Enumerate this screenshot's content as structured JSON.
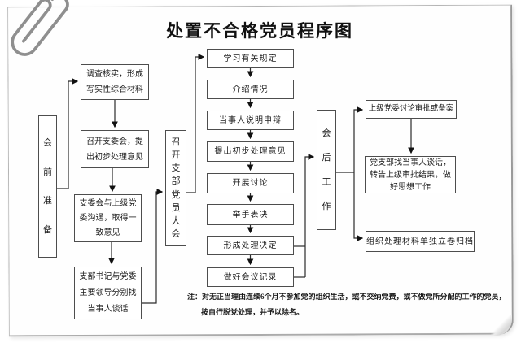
{
  "title": "处置不合格党员程序图",
  "colors": {
    "line": "#2b2b2b",
    "box_border": "#4d4d4d",
    "paper_edge": "#9a9a9a"
  },
  "rails": {
    "pre_meeting": {
      "chars": [
        "会",
        "前",
        "准",
        "备"
      ]
    },
    "branch_meeting": {
      "chars": [
        "召",
        "开",
        "支",
        "部",
        "党",
        "员",
        "大",
        "会"
      ]
    },
    "post_meeting": {
      "chars": [
        "会",
        "后",
        "工",
        "作"
      ]
    }
  },
  "left_column": {
    "steps": [
      {
        "label": "调查核实，形成写实性综合材料"
      },
      {
        "label": "召开支委会，提出初步处理意见"
      },
      {
        "label": "支委会与上级党委沟通，取得一致意见"
      },
      {
        "label": "支部书记与党委主要领导分别找当事人谈话"
      }
    ]
  },
  "middle_column": {
    "steps": [
      {
        "label": "学习有关规定"
      },
      {
        "label": "介绍情况"
      },
      {
        "label": "当事人说明申辩"
      },
      {
        "label": "提出初步处理意见"
      },
      {
        "label": "开展讨论"
      },
      {
        "label": "举手表决"
      },
      {
        "label": "形成处理决定"
      },
      {
        "label": "做好会议记录"
      }
    ]
  },
  "right_column": {
    "steps": [
      {
        "label": "上级党委讨论审批或备案"
      },
      {
        "label": "党支部找当事人谈话，转告上级审批结果，做好思想工作"
      },
      {
        "label": "组织处理材料单独立卷归档"
      }
    ]
  },
  "note": {
    "line1": "注：对无正当理由连续6个月不参加党的组织生活，或不交纳党费，或不做党所分配的工作的党员，",
    "line2": "按自行脱党处理，并予以除名。"
  }
}
